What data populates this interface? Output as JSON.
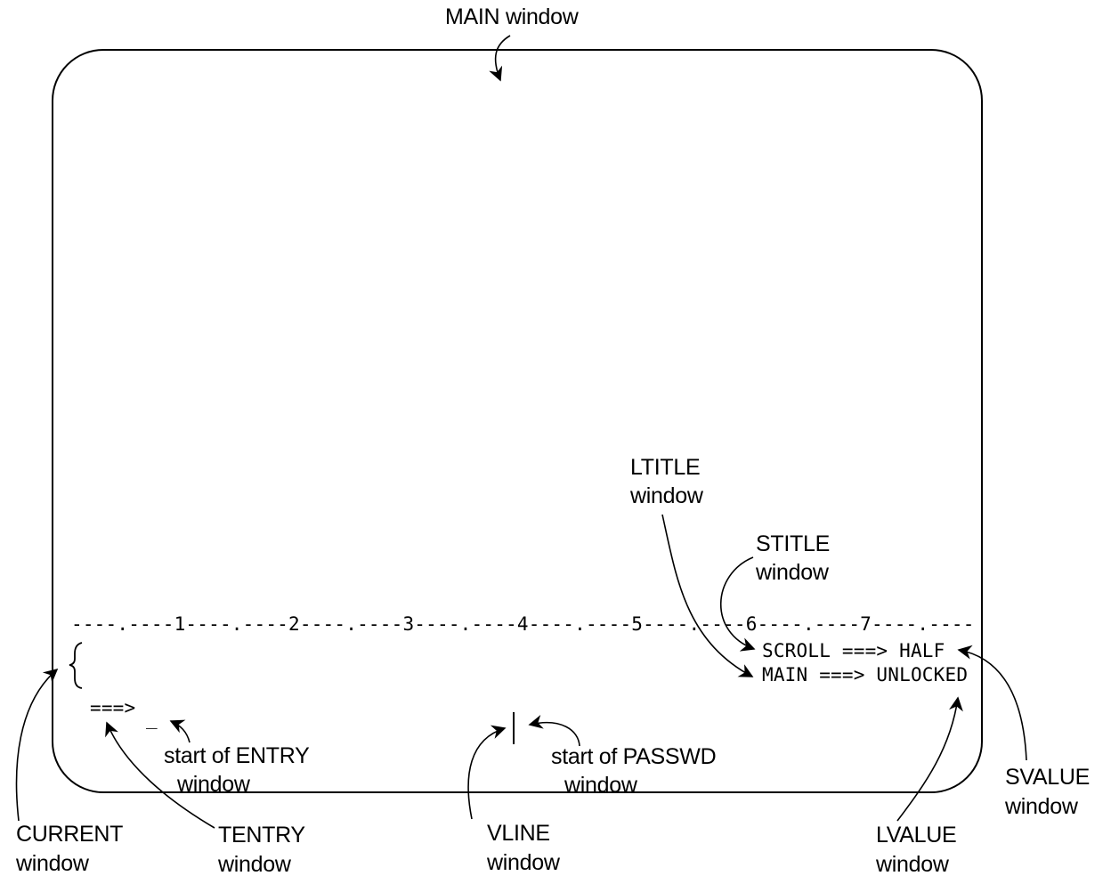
{
  "labels": {
    "main_window": "MAIN window",
    "ltitle": [
      "LTITLE",
      "window"
    ],
    "stitle": [
      "STITLE",
      "window"
    ],
    "entry": [
      "start of ENTRY",
      "window"
    ],
    "passwd": [
      "start of PASSWD",
      "window"
    ],
    "svalue": [
      "SVALUE",
      "window"
    ],
    "current": [
      "CURRENT",
      "window"
    ],
    "tentry": [
      "TENTRY",
      "window"
    ],
    "vline": [
      "VLINE",
      "window"
    ],
    "lvalue": [
      "LVALUE",
      "window"
    ]
  },
  "screen": {
    "ruler": "----.----1----.----2----.----3----.----4----.----5----.----6----.----7----.----",
    "scroll_line": "SCROLL ===> HALF",
    "main_line": "MAIN ===> UNLOCKED",
    "prompt": "===>",
    "cursor": "_"
  }
}
